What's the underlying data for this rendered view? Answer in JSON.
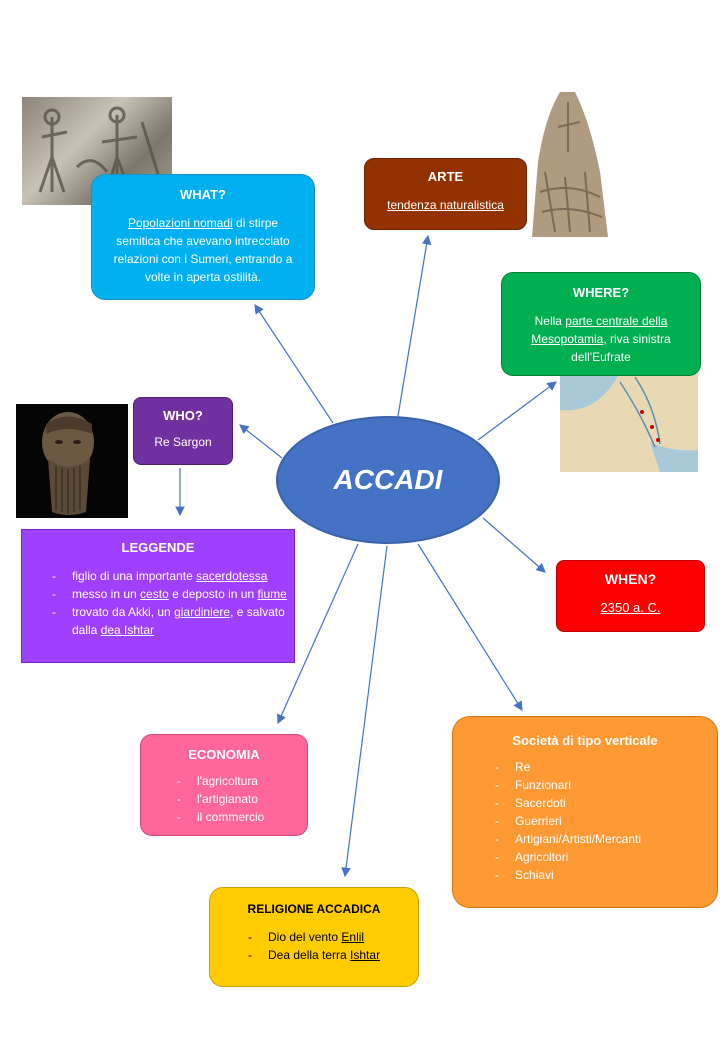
{
  "center": {
    "label": "ACCADI"
  },
  "what": {
    "title": "WHAT?",
    "text_part1": "Popolazioni nomadi",
    "text_part2": " di stirpe semitica che avevano intrecciato relazioni con i Sumeri, entrando a volte in aperta ostilità."
  },
  "arte": {
    "title": "ARTE",
    "text": "tendenza naturalistica"
  },
  "where": {
    "title": "WHERE?",
    "prefix": "Nella ",
    "underlined": "parte centrale della Mesopotamia",
    "suffix": ", riva sinistra dell'Eufrate"
  },
  "who": {
    "title": "WHO?",
    "text": "Re Sargon"
  },
  "when": {
    "title": "WHEN?",
    "text": "2350 a. C."
  },
  "leggende": {
    "title": "LEGGENDE",
    "item1_a": "figlio di una importante ",
    "item1_u": "sacerdotessa",
    "item2_a": "messo in un ",
    "item2_u1": "cesto",
    "item2_b": " e deposto in un ",
    "item2_u2": "fiume",
    "item3_a": "trovato da Akki, un ",
    "item3_u1": "giardiniere",
    "item3_b": ", e salvato dalla ",
    "item3_u2": "dea Ishtar"
  },
  "economia": {
    "title": "ECONOMIA",
    "items": [
      "l'agricoltura",
      "l'artigianato",
      "il commercio"
    ]
  },
  "societa": {
    "title": "Società di tipo verticale",
    "items": [
      "Re",
      "Funzionari",
      "Sacerdoti",
      "Guerrieri",
      "Artigiani/Artisti/Mercanti",
      "Agricoltori",
      "Schiavi"
    ]
  },
  "religione": {
    "title": "RELIGIONE ACCADICA",
    "item1_a": "Dio del vento ",
    "item1_u": "Enlil",
    "item2_a": "Dea della terra ",
    "item2_u": "Ishtar"
  },
  "images": {
    "relief": "cylinder-seal-relief",
    "stele": "naram-sin-stele",
    "map": "mesopotamia-map",
    "head": "sargon-bronze-head"
  },
  "colors": {
    "center": "#4472C4",
    "what": "#00B0F0",
    "arte": "#943100",
    "where": "#00B050",
    "who": "#7030A0",
    "when": "#FF0000",
    "leggende": "#A040FF",
    "economia": "#FF6699",
    "societa": "#FF9933",
    "religione": "#FFCC00",
    "arrow": "#4472C4"
  }
}
